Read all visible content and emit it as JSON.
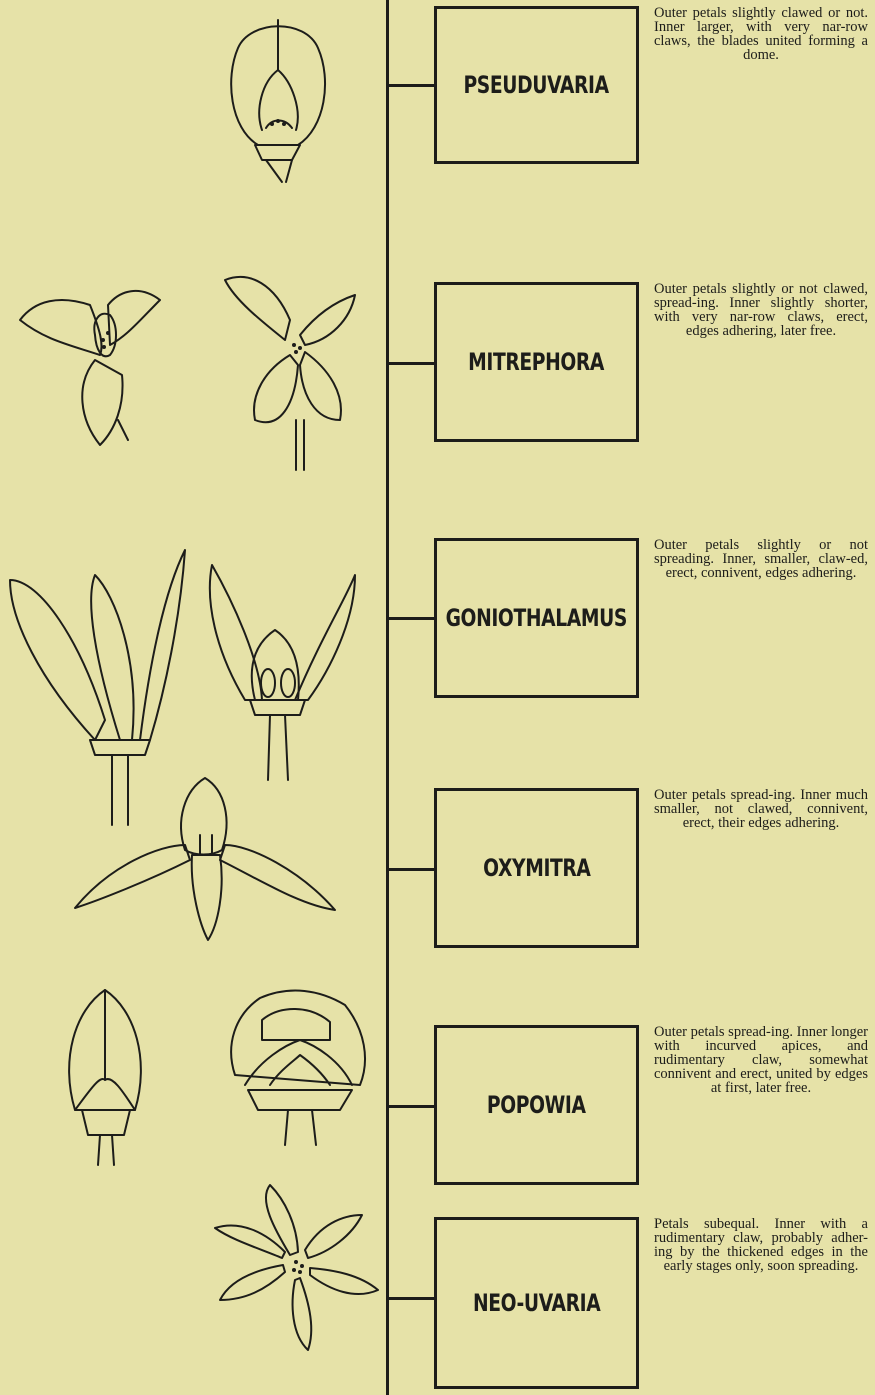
{
  "taxa": [
    {
      "name": "PSEUDUVARIA",
      "description": "Outer petals slightly clawed or not. Inner larger, with very nar-row claws, the blades united forming a dome."
    },
    {
      "name": "MITREPHORA",
      "description": "Outer petals slightly or not clawed, spread-ing. Inner slightly shorter, with very nar-row claws, erect, edges adhering, later free."
    },
    {
      "name": "GONIOTHALAMUS",
      "description": "Outer petals slightly or not spreading. Inner, smaller, claw-ed, erect, connivent, edges adhering."
    },
    {
      "name": "OXYMITRA",
      "description": "Outer petals spread-ing. Inner much smaller, not clawed, connivent, erect, their edges adhering."
    },
    {
      "name": "POPOWIA",
      "description": "Outer petals spread-ing. Inner longer with incurved apices, and rudimentary claw, somewhat connivent and erect, united by edges at first, later free."
    },
    {
      "name": "NEO-UVARIA",
      "description": "Petals subequal. Inner with a rudimentary claw, probably adher-ing by the thickened edges in the early stages only, soon spreading."
    }
  ],
  "drawings": [
    "pseuduvaria-flower-drawing",
    "mitrephora-flower-drawing",
    "mitrephora-flower-drawing",
    "goniothalamus-flower-drawing",
    "goniothalamus-flower-drawing",
    "oxymitra-flower-drawing",
    "popowia-bud-drawing",
    "popowia-flower-drawing",
    "neo-uvaria-flower-drawing"
  ],
  "colors": {
    "paper": "#e6e2a8",
    "ink": "#1d1d1a"
  }
}
